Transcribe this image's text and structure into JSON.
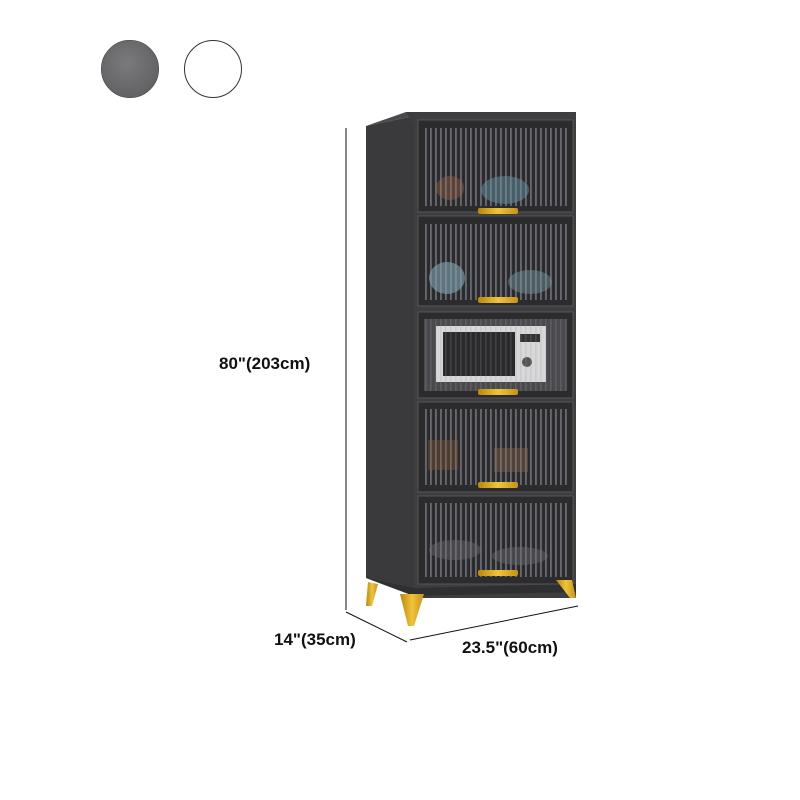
{
  "color_options": [
    {
      "name": "gray",
      "color": "#6e6e70"
    },
    {
      "name": "white",
      "color": "#ffffff"
    }
  ],
  "dimensions": {
    "height": "80\"(203cm)",
    "depth": "14\"(35cm)",
    "width": "23.5\"(60cm)"
  },
  "product": {
    "body_color": "#3e3e40",
    "handle_color": "#e8b923",
    "leg_color": "#d9a51c",
    "compartments": 5,
    "appliance_compartment": 3
  }
}
